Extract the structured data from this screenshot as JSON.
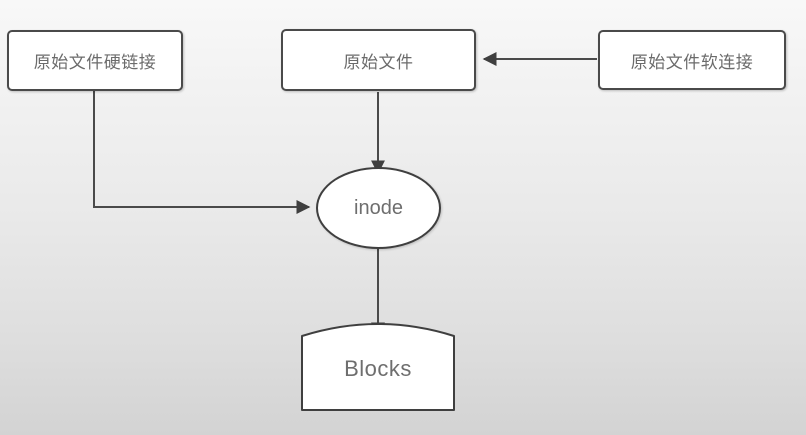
{
  "diagram": {
    "title": "inode relationship diagram",
    "background": {
      "gradient_from": "#f8f8f8",
      "gradient_to": "#d3d3d3"
    },
    "stroke_color": "#4a4a4a",
    "fill_color": "#ffffff",
    "text_color": "#6b6b6b",
    "nodes": [
      {
        "id": "hardlink",
        "label": "原始文件硬链接",
        "shape": "rounded-rect"
      },
      {
        "id": "original",
        "label": "原始文件",
        "shape": "rounded-rect"
      },
      {
        "id": "softlink",
        "label": "原始文件软连接",
        "shape": "rounded-rect"
      },
      {
        "id": "inode",
        "label": "inode",
        "shape": "ellipse"
      },
      {
        "id": "blocks",
        "label": "Blocks",
        "shape": "arched-rect"
      }
    ],
    "edges": [
      {
        "id": "hardlink-to-inode",
        "from": "hardlink",
        "to": "inode",
        "style": "elbow",
        "arrow": "end"
      },
      {
        "id": "softlink-to-original",
        "from": "softlink",
        "to": "original",
        "style": "straight",
        "arrow": "end"
      },
      {
        "id": "original-to-inode",
        "from": "original",
        "to": "inode",
        "style": "straight",
        "arrow": "end"
      },
      {
        "id": "inode-to-blocks",
        "from": "inode",
        "to": "blocks",
        "style": "straight",
        "arrow": "end"
      }
    ]
  }
}
